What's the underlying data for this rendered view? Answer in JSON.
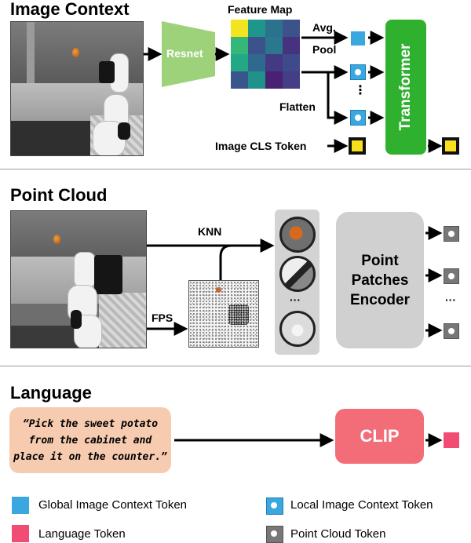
{
  "sections": {
    "image_context": "Image Context",
    "point_cloud": "Point Cloud",
    "language": "Language"
  },
  "image_branch": {
    "resnet": "Resnet",
    "feature_map": "Feature Map",
    "avg_pool_line1": "Avg.",
    "avg_pool_line2": "Pool",
    "flatten": "Flatten",
    "ellipsis": "⋮",
    "cls_token_label": "Image CLS Token",
    "transformer": "Transformer",
    "feature_map_colors": [
      "#f2e51f",
      "#1f968b",
      "#2c728e",
      "#3b528b",
      "#35b779",
      "#3b528b",
      "#2a788e",
      "#46327e",
      "#22a884",
      "#31688e",
      "#443983",
      "#3e4a89",
      "#39558c",
      "#21918c",
      "#482173",
      "#433e85"
    ]
  },
  "point_branch": {
    "knn": "KNN",
    "fps": "FPS",
    "patch_ellipsis": "···",
    "encoder_line1": "Point",
    "encoder_line2": "Patches",
    "encoder_line3": "Encoder",
    "token_ellipsis": "···"
  },
  "language_branch": {
    "instruction_line1": "“Pick the sweet potato",
    "instruction_line2": "from the cabinet and",
    "instruction_line3": "place it on the counter.”",
    "clip": "CLIP"
  },
  "legend": {
    "global_image": "Global Image Context Token",
    "local_image": "Local Image Context Token",
    "language": "Language Token",
    "point_cloud": "Point Cloud Token"
  },
  "colors": {
    "global_token": "#3aa7df",
    "cls_token": "#f8e01b",
    "language_token": "#f14d74",
    "point_token": "#777777",
    "transformer": "#2fb12f",
    "resnet": "#9dd27a",
    "clip": "#f36d79",
    "instruction_box": "#f6cbb0",
    "encoder": "#d0d0d0"
  }
}
